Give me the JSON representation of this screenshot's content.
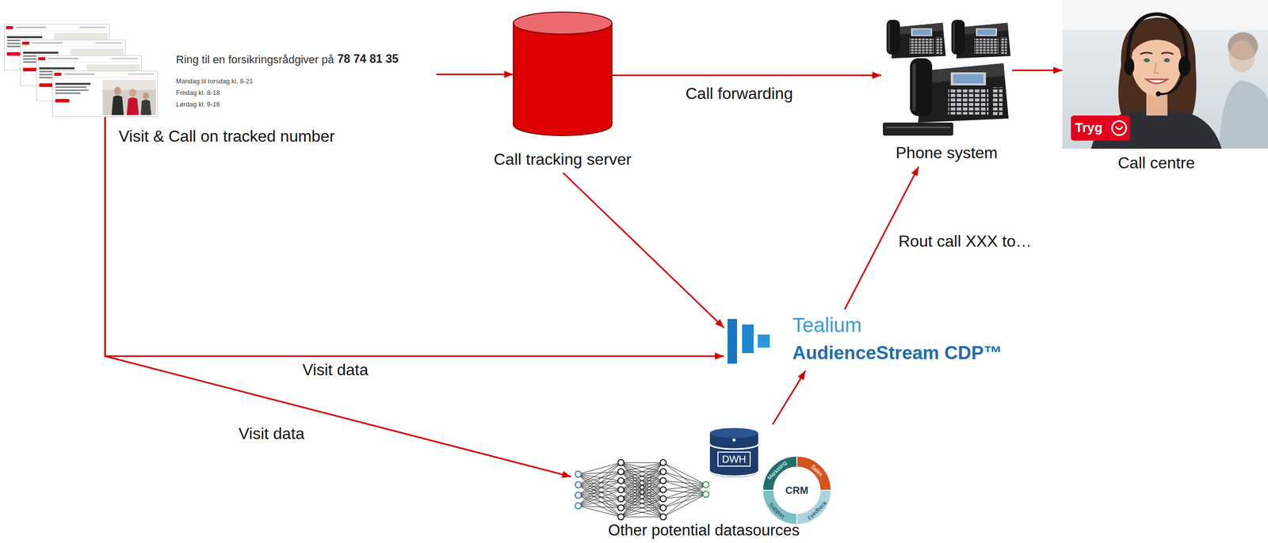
{
  "diagram": {
    "nodes": [
      {
        "text": [
          "Ring til en forsikringsrådgiver på",
          "78 74 81 35",
          "Mandag til torsdag kl. 8-21",
          "Fredag kl. 8-18",
          "Lørdag kl. 9-16",
          "Visit & Call on tracked number"
        ]
      },
      {
        "text": [
          "Call tracking server"
        ]
      },
      {
        "text": [
          "Phone system"
        ]
      },
      {
        "text": [
          "Tryg",
          "Call centre"
        ]
      },
      {
        "text": [
          "Tealium",
          "AudienceStream CDP™"
        ]
      },
      {
        "text": [
          "DWH",
          "CRM",
          "Marketing",
          "Sales",
          "Feedback",
          "Support",
          "Other potential datasources"
        ]
      }
    ],
    "edges": [
      {
        "from": 0,
        "to": 1,
        "arrow": "to"
      },
      {
        "from": 1,
        "to": 2,
        "label": "Call forwarding",
        "arrow": "to"
      },
      {
        "from": 2,
        "to": 3,
        "arrow": "to"
      },
      {
        "from": 1,
        "to": 4,
        "arrow": "to"
      },
      {
        "from": 0,
        "to": 4,
        "label": "Visit data",
        "arrow": "to"
      },
      {
        "from": 0,
        "to": 5,
        "label": "Visit data",
        "arrow": "to"
      },
      {
        "from": 5,
        "to": 4,
        "arrow": "to"
      },
      {
        "from": 4,
        "to": 2,
        "label": "Rout call XXX to…",
        "arrow": "to"
      }
    ]
  }
}
